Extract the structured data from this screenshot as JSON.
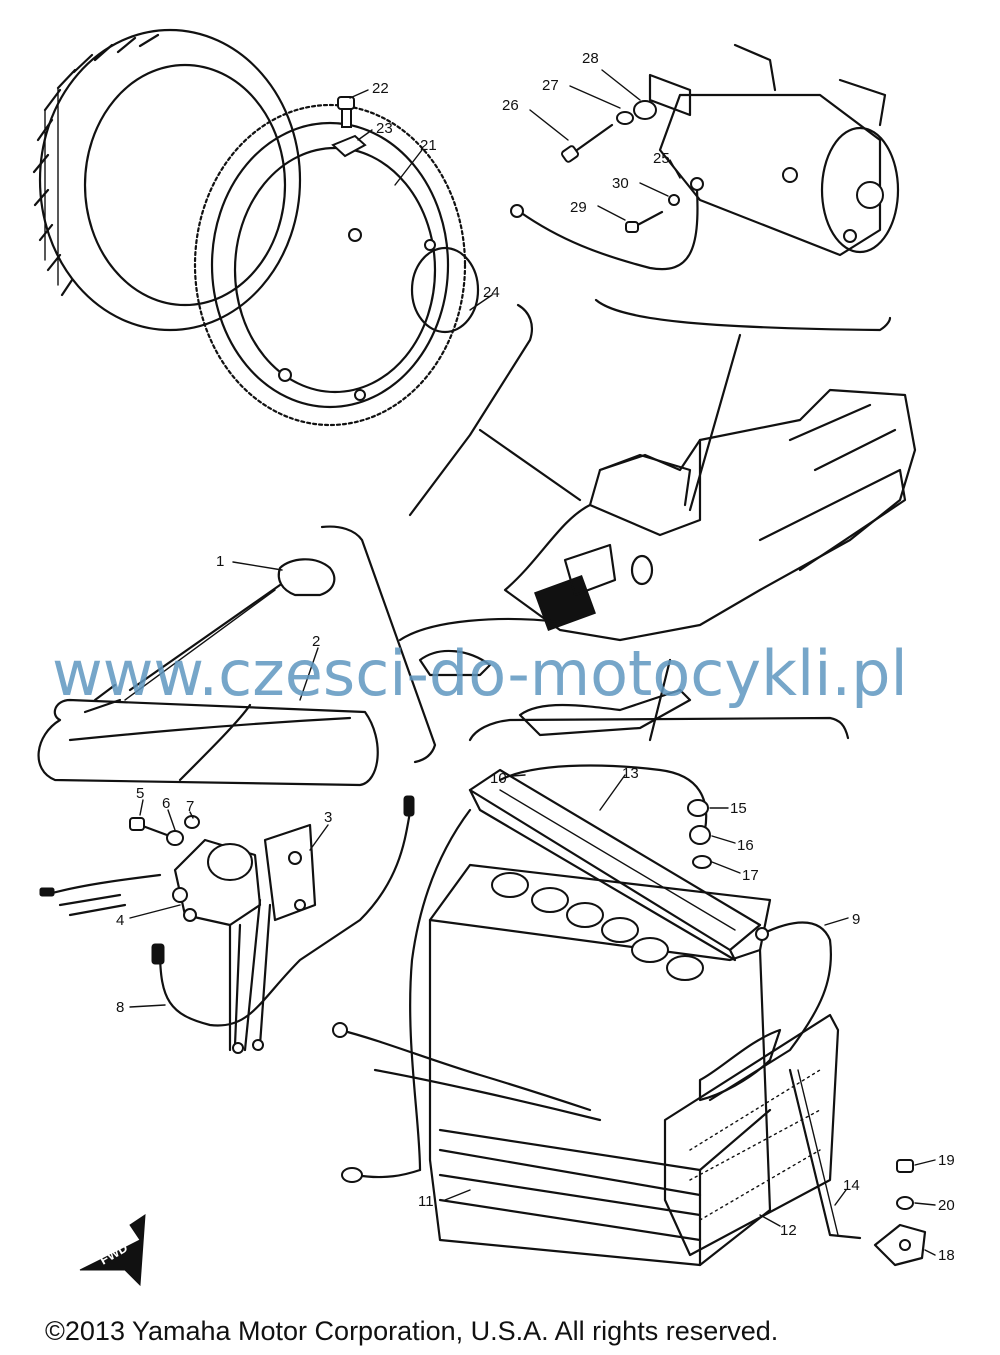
{
  "colors": {
    "ink": "#111111",
    "watermark": "#5f97c0",
    "background": "#ffffff"
  },
  "callouts": [
    {
      "n": "1",
      "text": "1"
    },
    {
      "n": "2",
      "text": "2"
    },
    {
      "n": "3",
      "text": "3"
    },
    {
      "n": "4",
      "text": "4"
    },
    {
      "n": "5",
      "text": "5"
    },
    {
      "n": "6",
      "text": "6"
    },
    {
      "n": "7",
      "text": "7"
    },
    {
      "n": "8",
      "text": "8"
    },
    {
      "n": "9",
      "text": "9"
    },
    {
      "n": "10",
      "text": "10"
    },
    {
      "n": "11",
      "text": "11"
    },
    {
      "n": "12",
      "text": "12"
    },
    {
      "n": "13",
      "text": "13"
    },
    {
      "n": "14",
      "text": "14"
    },
    {
      "n": "15",
      "text": "15"
    },
    {
      "n": "16",
      "text": "16"
    },
    {
      "n": "17",
      "text": "17"
    },
    {
      "n": "18",
      "text": "18"
    },
    {
      "n": "19",
      "text": "19"
    },
    {
      "n": "20",
      "text": "20"
    },
    {
      "n": "21",
      "text": "21"
    },
    {
      "n": "22",
      "text": "22"
    },
    {
      "n": "23",
      "text": "23"
    },
    {
      "n": "24",
      "text": "24"
    },
    {
      "n": "25",
      "text": "25"
    },
    {
      "n": "26",
      "text": "26"
    },
    {
      "n": "27",
      "text": "27"
    },
    {
      "n": "28",
      "text": "28"
    },
    {
      "n": "29",
      "text": "29"
    },
    {
      "n": "30",
      "text": "30"
    }
  ],
  "watermark": "www.czesci-do-motocykli.pl",
  "forward_mark": "FWD",
  "copyright": "©2013 Yamaha Motor Corporation, U.S.A. All rights reserved."
}
